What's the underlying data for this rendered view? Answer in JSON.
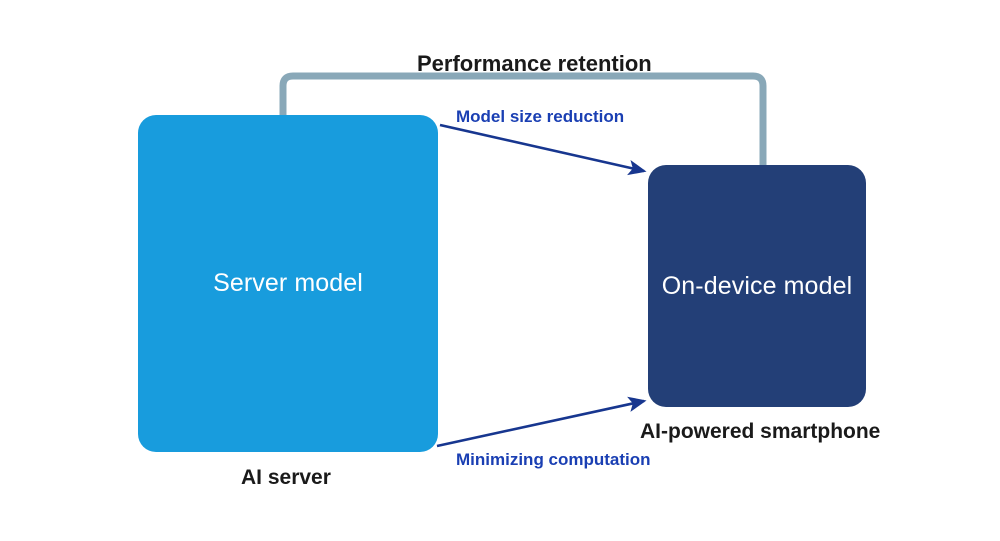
{
  "diagram": {
    "title_label": "Performance retention",
    "nodes": [
      {
        "id": "server-model",
        "label": "Server model",
        "caption": "AI server",
        "color": "#189cdd",
        "text_color": "#ffffff"
      },
      {
        "id": "on-device-model",
        "label": "On-device model",
        "caption": "AI-powered smartphone",
        "color": "#233f77",
        "text_color": "#ffffff"
      }
    ],
    "connectors": [
      {
        "id": "performance-retention",
        "label": "Performance retention",
        "style": "bracket",
        "color": "#89a8b8",
        "label_color": "#1a1a1a",
        "from": "server-model",
        "to": "on-device-model"
      },
      {
        "id": "model-size-reduction",
        "label": "Model size reduction",
        "style": "arrow",
        "color": "#1a3fb3",
        "label_color": "#1a3fb3",
        "from": "server-model",
        "to": "on-device-model"
      },
      {
        "id": "minimizing-computation",
        "label": "Minimizing computation",
        "style": "arrow",
        "color": "#1a3fb3",
        "label_color": "#1a3fb3",
        "from": "server-model",
        "to": "on-device-model"
      }
    ],
    "background": "#ffffff"
  }
}
